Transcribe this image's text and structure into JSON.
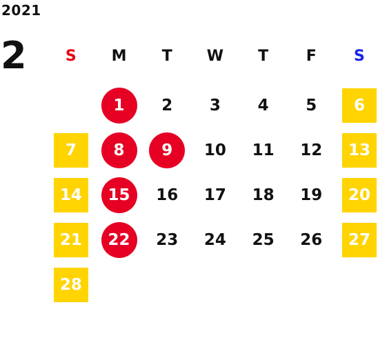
{
  "year": "2021",
  "month": "2",
  "colors": {
    "sunday_header": "#e60012",
    "saturday_header": "#1a22e6",
    "weekend_fill": "#ffd400",
    "holiday_fill": "#e60023"
  },
  "weekdays": [
    "S",
    "M",
    "T",
    "W",
    "T",
    "F",
    "S"
  ],
  "weeks": [
    [
      null,
      {
        "d": "1",
        "type": "holiday"
      },
      {
        "d": "2"
      },
      {
        "d": "3"
      },
      {
        "d": "4"
      },
      {
        "d": "5"
      },
      {
        "d": "6",
        "type": "weekend"
      }
    ],
    [
      {
        "d": "7",
        "type": "weekend"
      },
      {
        "d": "8",
        "type": "holiday"
      },
      {
        "d": "9",
        "type": "holiday"
      },
      {
        "d": "10"
      },
      {
        "d": "11"
      },
      {
        "d": "12"
      },
      {
        "d": "13",
        "type": "weekend"
      }
    ],
    [
      {
        "d": "14",
        "type": "weekend"
      },
      {
        "d": "15",
        "type": "holiday"
      },
      {
        "d": "16"
      },
      {
        "d": "17"
      },
      {
        "d": "18"
      },
      {
        "d": "19"
      },
      {
        "d": "20",
        "type": "weekend"
      }
    ],
    [
      {
        "d": "21",
        "type": "weekend"
      },
      {
        "d": "22",
        "type": "holiday"
      },
      {
        "d": "23"
      },
      {
        "d": "24"
      },
      {
        "d": "25"
      },
      {
        "d": "26"
      },
      {
        "d": "27",
        "type": "weekend"
      }
    ],
    [
      {
        "d": "28",
        "type": "weekend"
      },
      null,
      null,
      null,
      null,
      null,
      null
    ]
  ]
}
